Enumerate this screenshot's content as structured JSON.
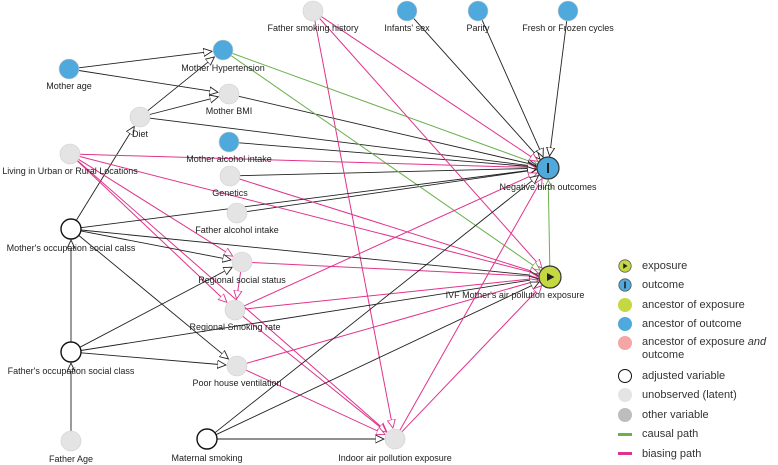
{
  "colors": {
    "causal": "#6ab04c",
    "biasing": "#e0338c",
    "neutral": "#222222",
    "exposure": "#c5d842",
    "outcome": "#4fa9dc",
    "ancestor_exposure": "#c5d842",
    "ancestor_outcome": "#4fa9dc",
    "ancestor_both": "#f4a6a6",
    "adjusted": "#ffffff",
    "latent": "#e4e4e4",
    "other": "#bdbdbd"
  },
  "nodes": [
    {
      "id": "father_smoking",
      "label": "Father smoking history",
      "type": "latent"
    },
    {
      "id": "infants_sex",
      "label": "Infants' sex",
      "type": "ancestor_outcome"
    },
    {
      "id": "parity",
      "label": "Parity",
      "type": "ancestor_outcome"
    },
    {
      "id": "fresh_frozen",
      "label": "Fresh or Frozen cycles",
      "type": "ancestor_outcome"
    },
    {
      "id": "mother_age",
      "label": "Mother age",
      "type": "ancestor_outcome"
    },
    {
      "id": "mother_hyp",
      "label": "Mother Hypertension",
      "type": "ancestor_outcome"
    },
    {
      "id": "mother_bmi",
      "label": "Mother BMI",
      "type": "latent"
    },
    {
      "id": "diet",
      "label": "Diet",
      "type": "latent"
    },
    {
      "id": "mother_alcohol",
      "label": "Mother alcohol intake",
      "type": "ancestor_outcome"
    },
    {
      "id": "urban_rural",
      "label": "Living in Urban or Rural Locations",
      "type": "latent"
    },
    {
      "id": "genetics",
      "label": "Genetics",
      "type": "latent"
    },
    {
      "id": "father_alcohol",
      "label": "Father alcohol intake",
      "type": "latent"
    },
    {
      "id": "neg_birth",
      "label": "Negative birth outcomes",
      "type": "outcome"
    },
    {
      "id": "mother_occ",
      "label": "Mother's occupation social calss",
      "type": "adjusted"
    },
    {
      "id": "regional_status",
      "label": "Regional social status",
      "type": "latent"
    },
    {
      "id": "exposure",
      "label": "IVF Mother's air pollution exposure",
      "type": "exposure"
    },
    {
      "id": "regional_smoking",
      "label": "Regional Smoking rate",
      "type": "latent"
    },
    {
      "id": "father_occ",
      "label": "Father's occupation social class",
      "type": "adjusted"
    },
    {
      "id": "poor_house",
      "label": "Poor house ventilation",
      "type": "latent"
    },
    {
      "id": "father_age",
      "label": "Father Age",
      "type": "latent"
    },
    {
      "id": "maternal_smoking",
      "label": "Maternal smoking",
      "type": "adjusted"
    },
    {
      "id": "indoor_air",
      "label": "Indoor air pollution exposure",
      "type": "latent"
    }
  ],
  "edges": [
    {
      "from": "mother_age",
      "to": "mother_hyp",
      "kind": "neutral"
    },
    {
      "from": "mother_age",
      "to": "mother_bmi",
      "kind": "neutral"
    },
    {
      "from": "diet",
      "to": "mother_bmi",
      "kind": "neutral"
    },
    {
      "from": "diet",
      "to": "mother_hyp",
      "kind": "neutral"
    },
    {
      "from": "mother_occ",
      "to": "diet",
      "kind": "neutral"
    },
    {
      "from": "mother_hyp",
      "to": "neg_birth",
      "kind": "causal"
    },
    {
      "from": "mother_bmi",
      "to": "neg_birth",
      "kind": "neutral"
    },
    {
      "from": "diet",
      "to": "neg_birth",
      "kind": "neutral"
    },
    {
      "from": "mother_alcohol",
      "to": "neg_birth",
      "kind": "neutral"
    },
    {
      "from": "genetics",
      "to": "neg_birth",
      "kind": "neutral"
    },
    {
      "from": "father_alcohol",
      "to": "neg_birth",
      "kind": "neutral"
    },
    {
      "from": "infants_sex",
      "to": "neg_birth",
      "kind": "neutral"
    },
    {
      "from": "parity",
      "to": "neg_birth",
      "kind": "neutral"
    },
    {
      "from": "fresh_frozen",
      "to": "neg_birth",
      "kind": "neutral"
    },
    {
      "from": "father_smoking",
      "to": "neg_birth",
      "kind": "biasing"
    },
    {
      "from": "father_smoking",
      "to": "exposure",
      "kind": "biasing"
    },
    {
      "from": "father_smoking",
      "to": "indoor_air",
      "kind": "biasing"
    },
    {
      "from": "mother_hyp",
      "to": "exposure",
      "kind": "causal"
    },
    {
      "from": "exposure",
      "to": "neg_birth",
      "kind": "causal"
    },
    {
      "from": "urban_rural",
      "to": "neg_birth",
      "kind": "biasing"
    },
    {
      "from": "urban_rural",
      "to": "exposure",
      "kind": "biasing"
    },
    {
      "from": "urban_rural",
      "to": "regional_status",
      "kind": "biasing"
    },
    {
      "from": "urban_rural",
      "to": "regional_smoking",
      "kind": "biasing"
    },
    {
      "from": "urban_rural",
      "to": "indoor_air",
      "kind": "biasing"
    },
    {
      "from": "genetics",
      "to": "exposure",
      "kind": "biasing"
    },
    {
      "from": "mother_occ",
      "to": "neg_birth",
      "kind": "neutral"
    },
    {
      "from": "mother_occ",
      "to": "exposure",
      "kind": "neutral"
    },
    {
      "from": "mother_occ",
      "to": "regional_status",
      "kind": "neutral"
    },
    {
      "from": "mother_occ",
      "to": "poor_house",
      "kind": "neutral"
    },
    {
      "from": "regional_status",
      "to": "exposure",
      "kind": "biasing"
    },
    {
      "from": "regional_status",
      "to": "regional_smoking",
      "kind": "biasing"
    },
    {
      "from": "regional_smoking",
      "to": "neg_birth",
      "kind": "biasing"
    },
    {
      "from": "regional_smoking",
      "to": "exposure",
      "kind": "biasing"
    },
    {
      "from": "regional_smoking",
      "to": "indoor_air",
      "kind": "biasing"
    },
    {
      "from": "father_occ",
      "to": "regional_status",
      "kind": "neutral"
    },
    {
      "from": "father_occ",
      "to": "poor_house",
      "kind": "neutral"
    },
    {
      "from": "father_occ",
      "to": "exposure",
      "kind": "neutral"
    },
    {
      "from": "father_occ",
      "to": "mother_occ",
      "kind": "neutral"
    },
    {
      "from": "father_age",
      "to": "father_occ",
      "kind": "neutral"
    },
    {
      "from": "poor_house",
      "to": "exposure",
      "kind": "biasing"
    },
    {
      "from": "poor_house",
      "to": "indoor_air",
      "kind": "biasing"
    },
    {
      "from": "maternal_smoking",
      "to": "neg_birth",
      "kind": "neutral"
    },
    {
      "from": "maternal_smoking",
      "to": "exposure",
      "kind": "neutral"
    },
    {
      "from": "maternal_smoking",
      "to": "indoor_air",
      "kind": "neutral"
    },
    {
      "from": "indoor_air",
      "to": "neg_birth",
      "kind": "biasing"
    },
    {
      "from": "indoor_air",
      "to": "exposure",
      "kind": "biasing"
    }
  ],
  "legend": {
    "exposure": "exposure",
    "outcome": "outcome",
    "ancestor_exposure": "ancestor of exposure",
    "ancestor_outcome": "ancestor of outcome",
    "ancestor_both_prefix": "ancestor of exposure ",
    "ancestor_both_and": "and",
    "ancestor_both_suffix": "outcome",
    "adjusted": "adjusted variable",
    "latent": "unobserved (latent)",
    "other": "other variable",
    "causal": "causal path",
    "biasing": "biasing path"
  }
}
